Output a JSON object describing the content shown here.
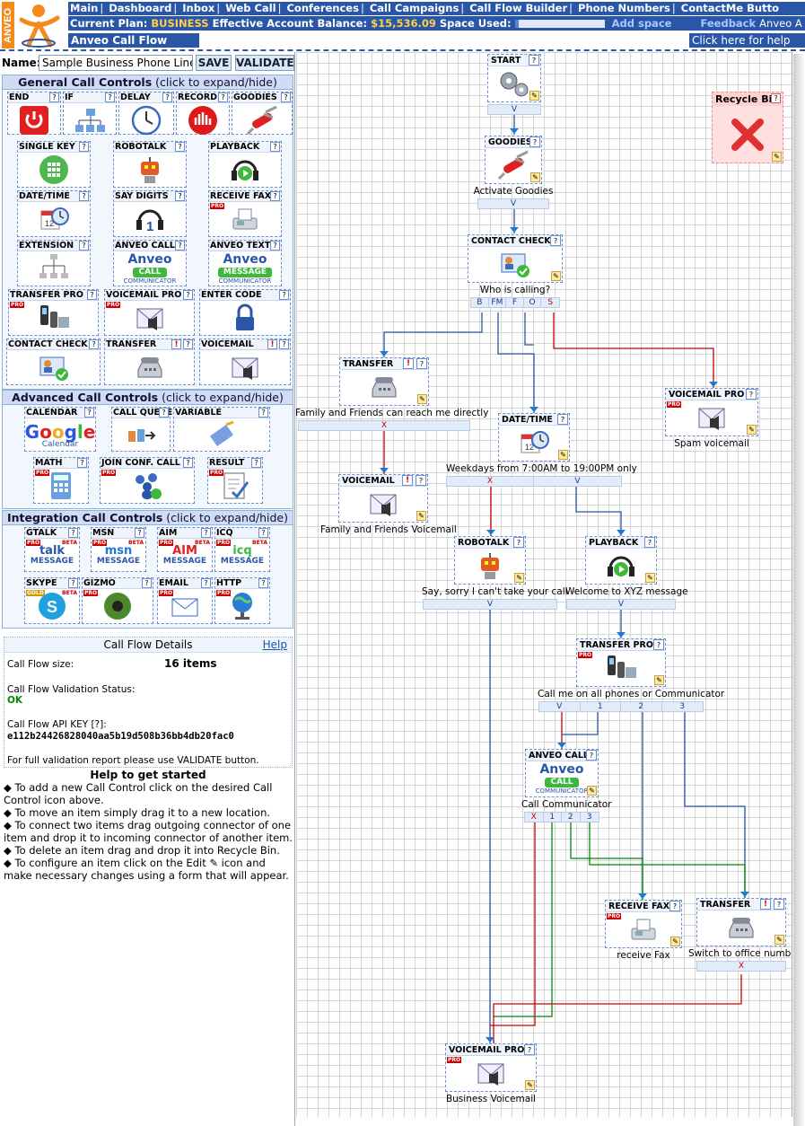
{
  "nav": {
    "items": [
      "Main",
      "Dashboard",
      "Inbox",
      "Web Call",
      "Conferences",
      "Call Campaigns",
      "Call Flow Builder",
      "Phone Numbers",
      "ContactMe Butto"
    ]
  },
  "plan": {
    "label": "Current Plan:",
    "plan_name": "BUSINESS",
    "balance_label": "Effective Account Balance:",
    "balance": "$15,536.09",
    "space_label": "Space Used:",
    "space_used_fraction": 0.04,
    "add_space": "Add space",
    "feedback": "Feedback",
    "anveo_a": "Anveo A"
  },
  "app": {
    "title": "Anveo Call Flow Builder",
    "help_link": "Click here for help"
  },
  "brand": {
    "logo_text": "ANVEO",
    "accent": "#2a56a8",
    "logo_orange": "#f28a1c"
  },
  "form": {
    "name_label": "Name:",
    "name_value": "Sample Business Phone Line",
    "save": "SAVE",
    "validate": "VALIDATE"
  },
  "sections": {
    "general": {
      "title": "General Call Controls",
      "hint": "(click to expand/hide)"
    },
    "advanced": {
      "title": "Advanced Call Controls",
      "hint": "(click to expand/hide)"
    },
    "integration": {
      "title": "Integration Call Controls",
      "hint": "(click to expand/hide)"
    }
  },
  "general_controls": [
    {
      "label": "END",
      "icon": "power-icon"
    },
    {
      "label": "IF",
      "icon": "branch-icon"
    },
    {
      "label": "DELAY",
      "icon": "clock-icon"
    },
    {
      "label": "RECORD",
      "icon": "record-icon"
    },
    {
      "label": "GOODIES",
      "icon": "swiss-knife-icon"
    },
    {
      "label": "SINGLE KEY",
      "icon": "keypad-icon"
    },
    {
      "label": "ROBOTALK",
      "icon": "robot-icon"
    },
    {
      "label": "PLAYBACK",
      "icon": "headphones-play-icon"
    },
    {
      "label": "DATE/TIME",
      "icon": "calendar-clock-icon"
    },
    {
      "label": "SAY DIGITS",
      "icon": "headphones-digit-icon"
    },
    {
      "label": "RECEIVE FAX",
      "icon": "fax-icon"
    },
    {
      "label": "EXTENSION",
      "icon": "network-phones-icon"
    },
    {
      "label": "ANVEO CALL",
      "icon": "anveo-call-icon"
    },
    {
      "label": "ANVEO TEXT",
      "icon": "anveo-message-icon"
    },
    {
      "label": "TRANSFER PRO",
      "icon": "phones-icon"
    },
    {
      "label": "VOICEMAIL PRO",
      "icon": "voicemail-icon"
    },
    {
      "label": "ENTER CODE",
      "icon": "padlock-icon"
    },
    {
      "label": "CONTACT CHECK",
      "icon": "contact-card-icon"
    },
    {
      "label": "TRANSFER",
      "icon": "desk-phone-icon"
    },
    {
      "label": "VOICEMAIL",
      "icon": "voicemail-icon"
    }
  ],
  "anveo_badge": {
    "brand": "Anveo",
    "call": "CALL",
    "message": "MESSAGE",
    "communicator": "COMMUNICATOR"
  },
  "advanced_controls": [
    {
      "label": "CALENDAR",
      "icon": "google-calendar-icon",
      "google": "Google",
      "sub": "Calendar"
    },
    {
      "label": "CALL QUEUE",
      "icon": "queue-icon"
    },
    {
      "label": "VARIABLE",
      "icon": "variable-icon"
    },
    {
      "label": "MATH",
      "icon": "calculator-icon"
    },
    {
      "label": "JOIN CONF. CALL",
      "icon": "conference-icon"
    },
    {
      "label": "RESULT",
      "icon": "result-icon"
    }
  ],
  "integration_controls": [
    {
      "label": "GTALK",
      "icon": "gtalk-icon",
      "line1": "talk",
      "line2": "MESSAGE"
    },
    {
      "label": "MSN",
      "icon": "msn-icon",
      "line1": "msn",
      "line2": "MESSAGE"
    },
    {
      "label": "AIM",
      "icon": "aim-icon",
      "line1": "AIM",
      "line2": "MESSAGE"
    },
    {
      "label": "ICQ",
      "icon": "icq-icon",
      "line1": "icq",
      "line2": "MESSAGE"
    },
    {
      "label": "SKYPE",
      "icon": "skype-icon"
    },
    {
      "label": "GIZMO",
      "icon": "gizmo-icon"
    },
    {
      "label": "EMAIL",
      "icon": "email-icon"
    },
    {
      "label": "HTTP",
      "icon": "globe-icon"
    }
  ],
  "badges": {
    "pro": "PRO",
    "beta": "BETA",
    "gold": "GOLD",
    "question": "?",
    "alert": "!",
    "edit": "✎"
  },
  "details": {
    "title": "Call Flow Details",
    "help": "Help",
    "size_label": "Call Flow size:",
    "size_value": "16 items",
    "status_label": "Call Flow Validation Status:",
    "status_value": "OK",
    "api_label": "Call Flow API KEY [?]:",
    "api_value": "e112b24426828040aa5b19d508b36bb4db20fac0",
    "report_note": "For full validation report please use VALIDATE button."
  },
  "help": {
    "title": "Help to get started",
    "tips": [
      "To add a new Call Control click on the desired Call Control icon above.",
      "To move an item simply drag it to a new location.",
      "To connect two items drag outgoing connector of one item and drop it to incoming connector of another item.",
      "To delete an item drag and drop it into Recycle Bin.",
      "To configure an item click on the Edit ✎ icon and make necessary changes using a form that will appear."
    ]
  },
  "recycle_bin": {
    "label": "Recycle Bin"
  },
  "flow_nodes": [
    {
      "id": "start",
      "label": "START",
      "caption": "",
      "outs": [
        "V"
      ]
    },
    {
      "id": "goodies",
      "label": "GOODIES",
      "caption": "Activate Goodies",
      "outs": [
        "V"
      ]
    },
    {
      "id": "contact",
      "label": "CONTACT CHECK",
      "caption": "Who is calling?",
      "outs": [
        "B",
        "FM",
        "F",
        "O",
        "S"
      ]
    },
    {
      "id": "transfer1",
      "label": "TRANSFER",
      "caption": "Family and Friends can reach me directly",
      "outs": [
        "X"
      ]
    },
    {
      "id": "vmpro1",
      "label": "VOICEMAIL PRO",
      "caption": "Spam voicemail",
      "outs": []
    },
    {
      "id": "datetime",
      "label": "DATE/TIME",
      "caption": "Weekdays from 7:00AM to 19:00PM only",
      "outs": [
        "X",
        "V"
      ]
    },
    {
      "id": "voicemail1",
      "label": "VOICEMAIL",
      "caption": "Family and Friends Voicemail",
      "outs": []
    },
    {
      "id": "robotalk",
      "label": "ROBOTALK",
      "caption": "Say, sorry I can't take your call",
      "outs": [
        "V"
      ]
    },
    {
      "id": "playback",
      "label": "PLAYBACK",
      "caption": "Welcome to XYZ message",
      "outs": [
        "V"
      ]
    },
    {
      "id": "transferpro",
      "label": "TRANSFER PRO",
      "caption": "Call me on all phones or Communicator",
      "outs": [
        "V",
        "1",
        "2",
        "3"
      ]
    },
    {
      "id": "anveocall",
      "label": "ANVEO CALL",
      "caption": "Call Communicator",
      "outs": [
        "X",
        "1",
        "2",
        "3"
      ]
    },
    {
      "id": "receivefax",
      "label": "RECEIVE FAX",
      "caption": "receive Fax",
      "outs": []
    },
    {
      "id": "transfer2",
      "label": "TRANSFER",
      "caption": "Switch to office number",
      "outs": [
        "X"
      ]
    },
    {
      "id": "vmpro2",
      "label": "VOICEMAIL PRO",
      "caption": "Business Voicemail",
      "outs": []
    }
  ]
}
